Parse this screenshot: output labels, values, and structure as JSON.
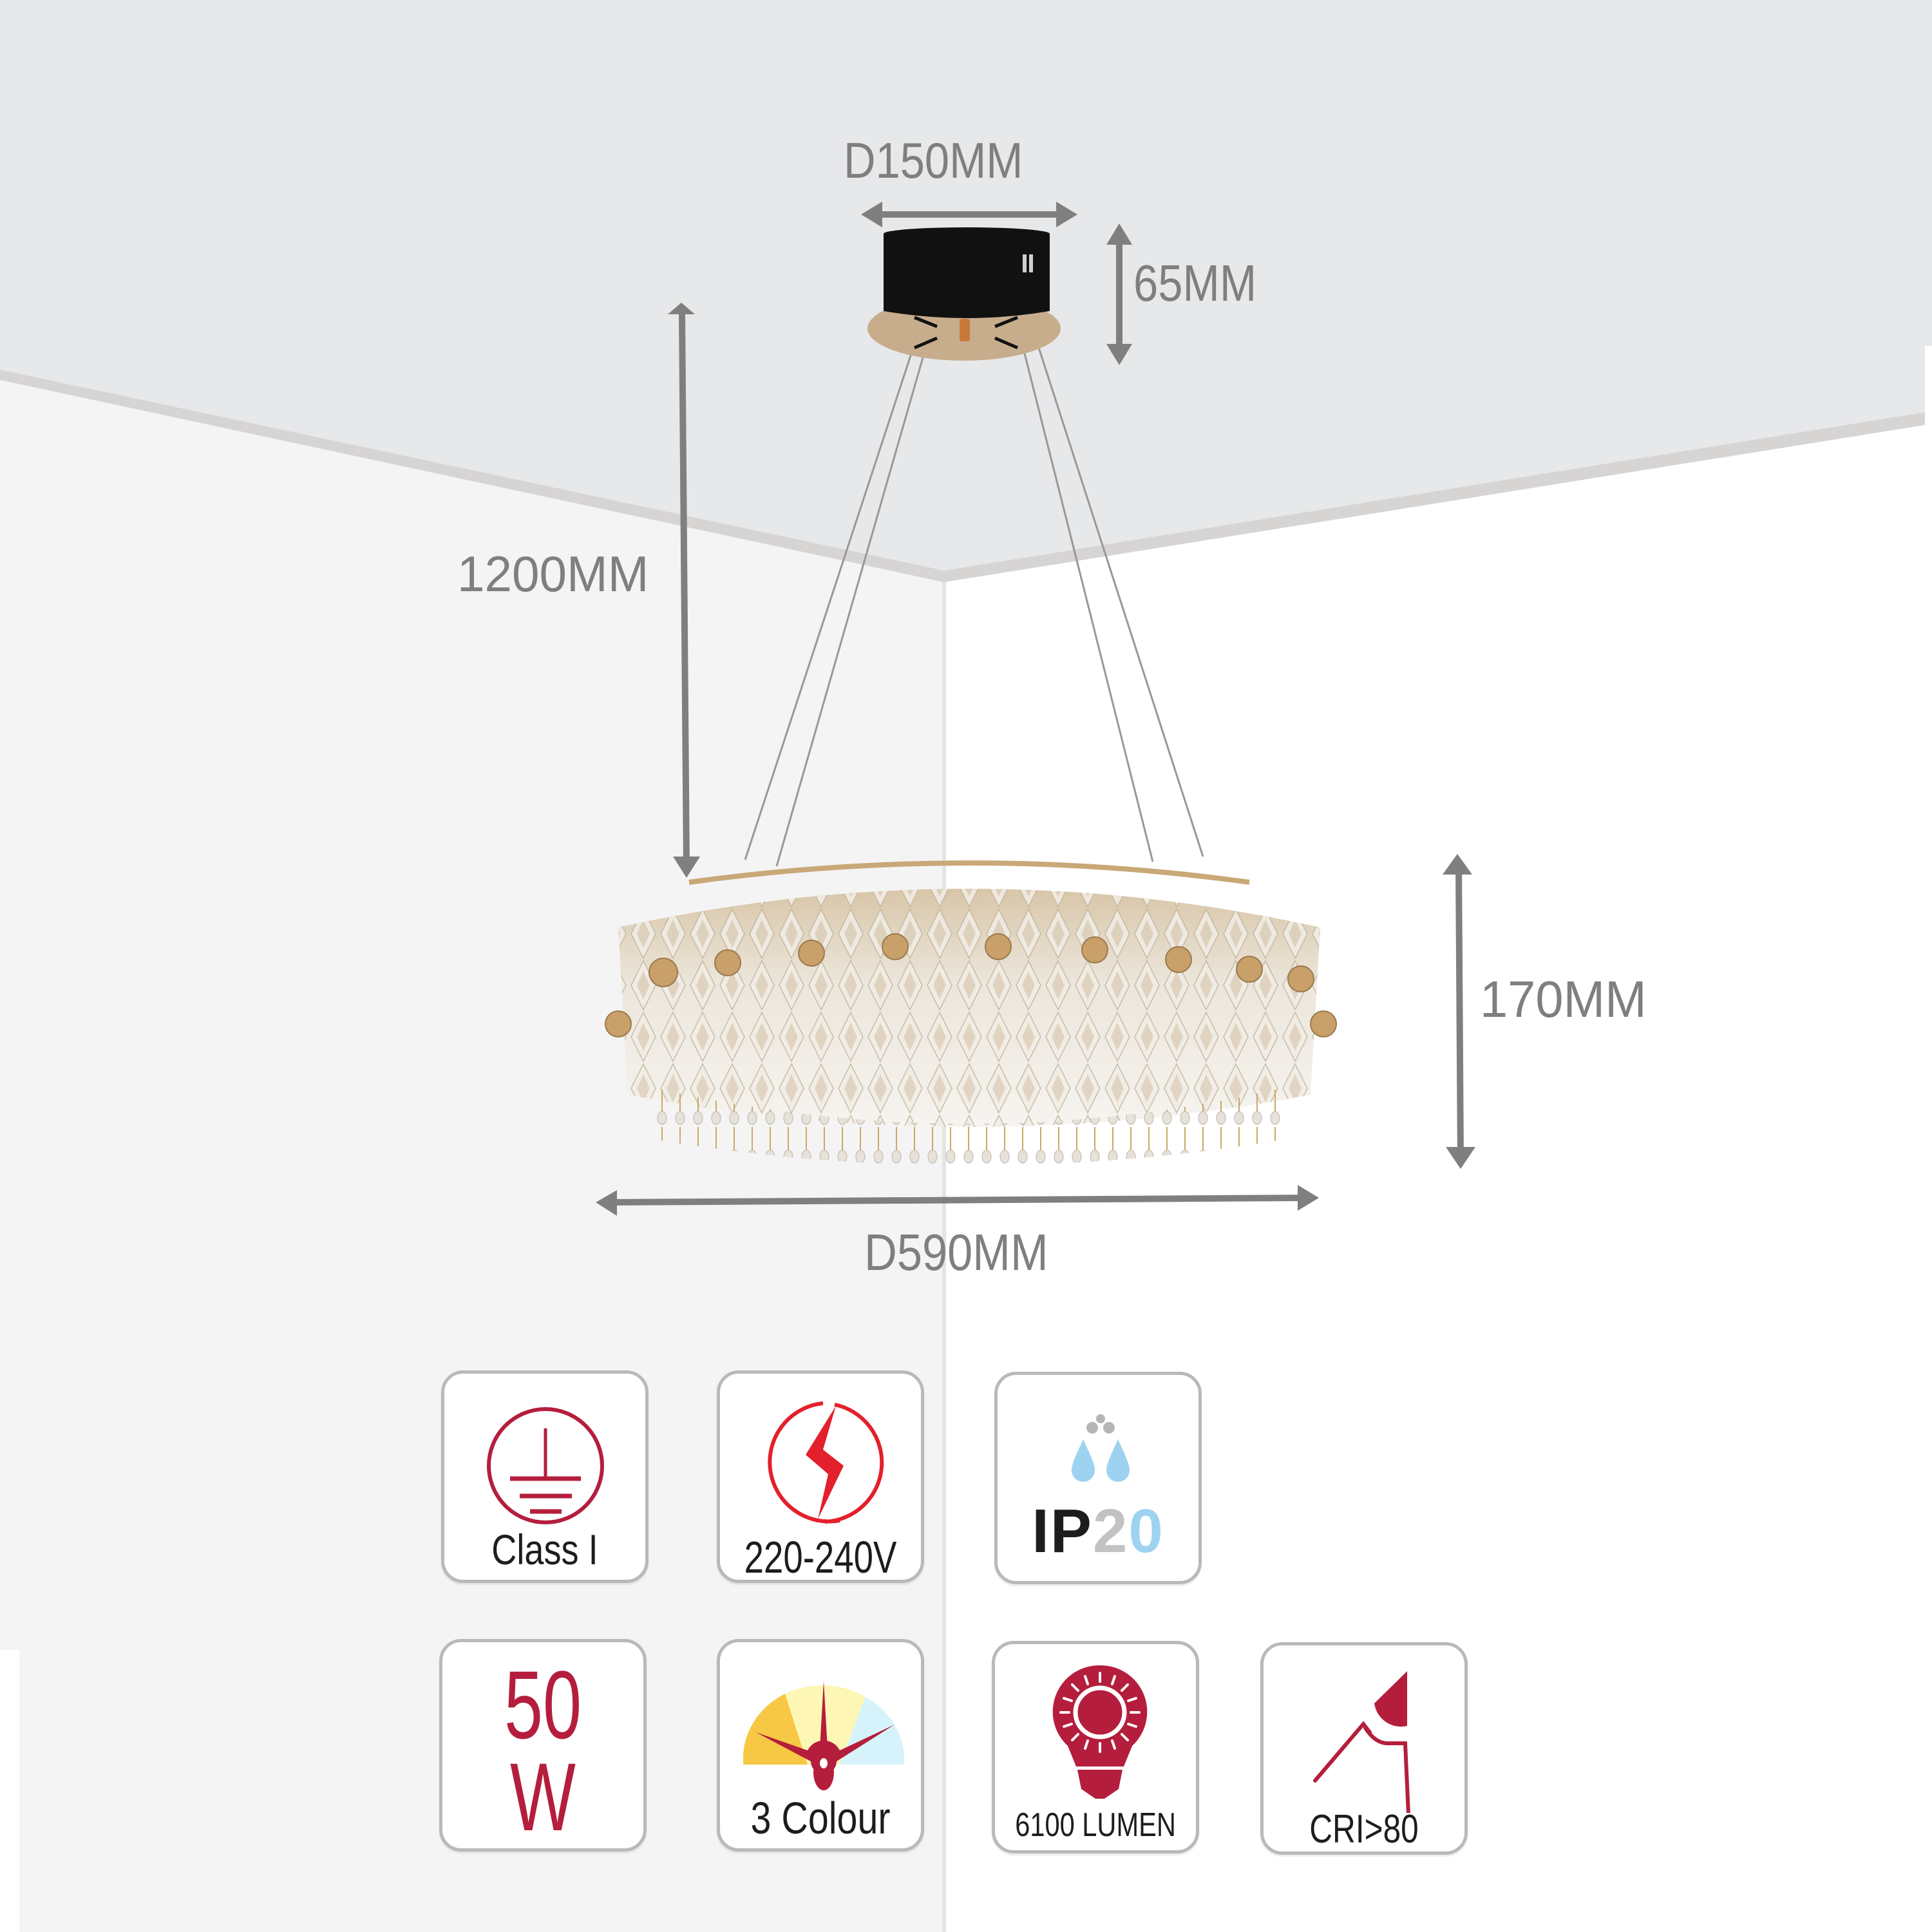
{
  "colors": {
    "ceiling": "#e6e8ea",
    "ceiling_edge": "#d7d4d4",
    "left_wall": "#f4f4f4",
    "right_wall": "#ffffff",
    "dimension_gray": "#7f7f7f",
    "badge_border": "#b9b9b9",
    "icon_crimson": "#b41e3c",
    "voltage_red": "#e3202b",
    "ip_black": "#1d1d1d",
    "ip_gray": "#c2c2c2",
    "ip_blue": "#9dd3f0",
    "canopy_black": "#111111",
    "canopy_gold": "#c8ad8c"
  },
  "dimensions": {
    "canopy_diameter": "D150MM",
    "canopy_height": "65MM",
    "drop_length": "1200MM",
    "body_height": "170MM",
    "body_diameter": "D590MM"
  },
  "product": {
    "name": "crystal-ring-chandelier",
    "canopy_icon": "ceiling-canopy",
    "body_icon": "crystal-chandelier"
  },
  "badges": {
    "class": {
      "icon": "earth-ground-icon",
      "label": "Class I"
    },
    "voltage": {
      "icon": "lightning-bolt-icon",
      "label": "220-240V"
    },
    "ip_rating": {
      "icon": "water-drops-icon",
      "prefix": "IP",
      "digit1": "2",
      "digit2": "0"
    },
    "wattage": {
      "value": "50",
      "unit": "W"
    },
    "colour": {
      "icon": "colour-temperature-gauge-icon",
      "label": "3 Colour"
    },
    "lumen": {
      "icon": "light-bulb-icon",
      "label": "6100 LUMEN"
    },
    "cri": {
      "icon": "cri-lamp-icon",
      "label": "CRI>80"
    }
  }
}
